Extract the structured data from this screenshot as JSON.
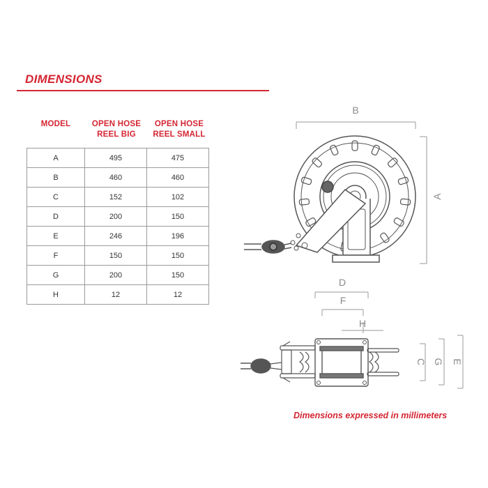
{
  "title": "DIMENSIONS",
  "table": {
    "headers": {
      "model": "MODEL",
      "big_line1": "OPEN HOSE",
      "big_line2": "REEL BIG",
      "small_line1": "OPEN HOSE",
      "small_line2": "REEL SMALL"
    },
    "rows": [
      {
        "model": "A",
        "big": "495",
        "small": "475"
      },
      {
        "model": "B",
        "big": "460",
        "small": "460"
      },
      {
        "model": "C",
        "big": "152",
        "small": "102"
      },
      {
        "model": "D",
        "big": "200",
        "small": "150"
      },
      {
        "model": "E",
        "big": "246",
        "small": "196"
      },
      {
        "model": "F",
        "big": "150",
        "small": "150"
      },
      {
        "model": "G",
        "big": "200",
        "small": "150"
      },
      {
        "model": "H",
        "big": "12",
        "small": "12"
      }
    ]
  },
  "drawing_labels": {
    "b": "B",
    "a": "A",
    "d": "D",
    "f": "F",
    "h": "H",
    "c": "C",
    "g": "G",
    "e": "E"
  },
  "note": "Dimensions expressed in millimeters",
  "colors": {
    "accent": "#d42532",
    "line": "#555555",
    "dim_line": "#9a9a9a"
  }
}
